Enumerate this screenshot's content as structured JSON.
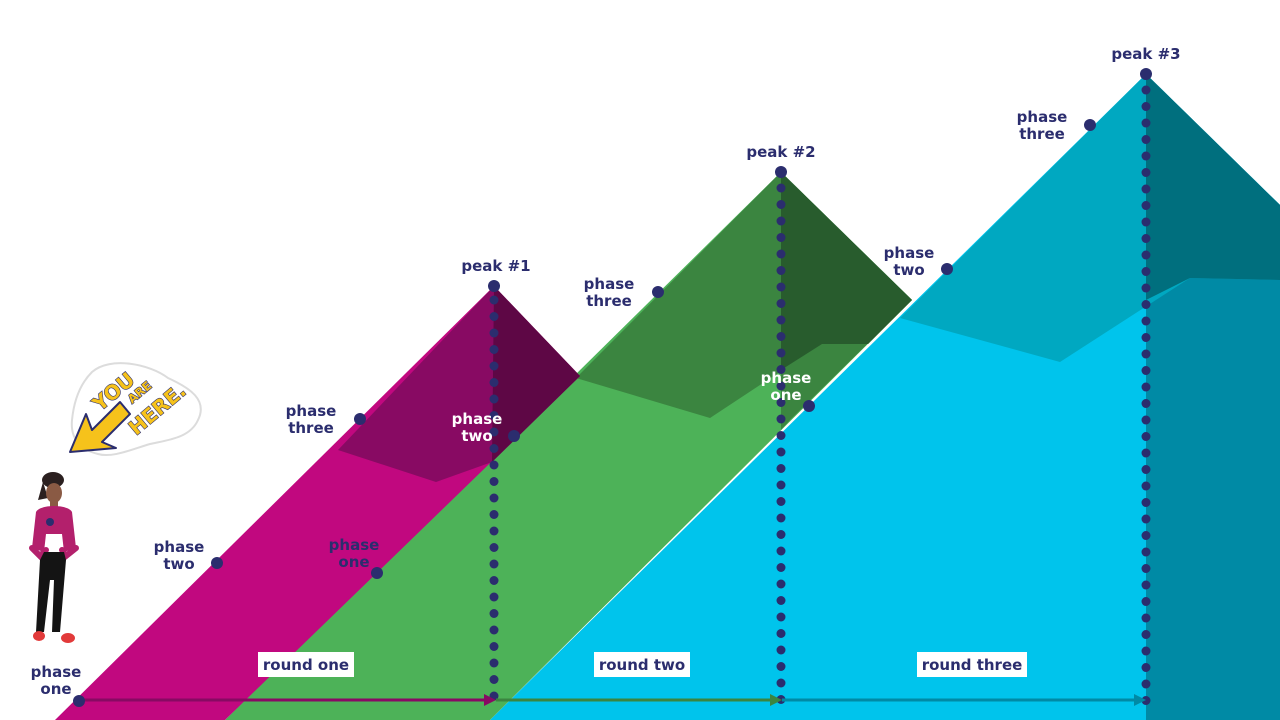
{
  "peaks": {
    "peak1": "peak #1",
    "peak2": "peak #2",
    "peak3": "peak #3"
  },
  "phase_labels": {
    "start_one": [
      "phase",
      "one"
    ],
    "m1_two": [
      "phase",
      "two"
    ],
    "m1_three": [
      "phase",
      "three"
    ],
    "m2_one": [
      "phase",
      "one"
    ],
    "m2_two": [
      "phase",
      "two"
    ],
    "m2_three": [
      "phase",
      "three"
    ],
    "m3_one": [
      "phase",
      "one"
    ],
    "m3_two": [
      "phase",
      "two"
    ],
    "m3_three": [
      "phase",
      "three"
    ]
  },
  "rounds": {
    "one": "round one",
    "two": "round two",
    "three": "round three"
  },
  "sticker": {
    "line1": "YOU",
    "line2": "ARE",
    "line3": "HERE."
  },
  "colors": {
    "mountain1_light": "#c1087f",
    "mountain1_dark": "#880a63",
    "mountain1_darkest": "#5e0745",
    "mountain2_light": "#4db258",
    "mountain2_dark": "#3b8540",
    "mountain2_darkest": "#285c2d",
    "mountain3_light": "#00c4ec",
    "mountain3_mid": "#00a8c1",
    "mountain3_dark": "#006f7e",
    "mountain3_side": "#008aa5",
    "dots": "#2b2d6e",
    "arrow1": "#880a63",
    "arrow2": "#3b8540",
    "arrow3": "#008aa5"
  },
  "icons": {
    "person": "person-figure",
    "sticker_arrow": "arrow-down-left-icon"
  }
}
